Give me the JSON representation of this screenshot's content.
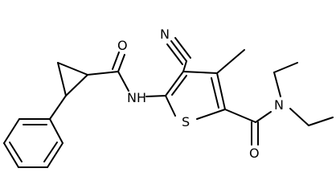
{
  "molecule": {
    "atom_labels": {
      "nitrile_n": "N",
      "amide_o_left": "O",
      "nh": "NH",
      "sulfur": "S",
      "amide_n_right": "N",
      "amide_o_right": "O"
    },
    "colors": {
      "bond": "#000000",
      "label": "#000000",
      "background": "#ffffff"
    }
  }
}
